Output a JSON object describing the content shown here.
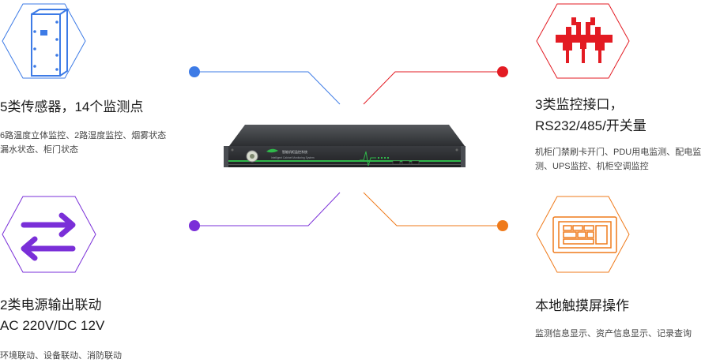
{
  "colors": {
    "blue": "#3d7be6",
    "red": "#e31b23",
    "purple": "#7a2fd8",
    "orange": "#ef7a1a",
    "device_body": "#2e3033",
    "device_stripe": "#2fb84a"
  },
  "features": {
    "sensors": {
      "icon": "server-cabinet-icon",
      "title": "5类传感器，14个监测点",
      "desc_lines": [
        "6路温度立体监控、2路湿度监控、烟雾状态",
        "漏水状态、柜门状态"
      ]
    },
    "interfaces": {
      "icon": "connector-plugs-icon",
      "title_lines": [
        "3类监控接口，",
        "RS232/485/开关量"
      ],
      "desc_lines": [
        "机柜门禁刷卡开门、PDU用电监测、配电监",
        "测、UPS监控、机柜空调监控"
      ]
    },
    "power": {
      "icon": "exchange-arrows-icon",
      "title_lines": [
        "2类电源输出联动",
        "AC 220V/DC 12V"
      ],
      "desc_lines": [
        "环境联动、设备联动、消防联动"
      ]
    },
    "touch": {
      "icon": "touch-screen-icon",
      "title": "本地触摸屏操作",
      "desc_lines": [
        "监测信息显示、资产信息显示、记录查询"
      ]
    }
  },
  "device": {
    "brand": "智能机柜监控系统",
    "subtitle": "Intelligent Cabinet Monitoring System"
  }
}
